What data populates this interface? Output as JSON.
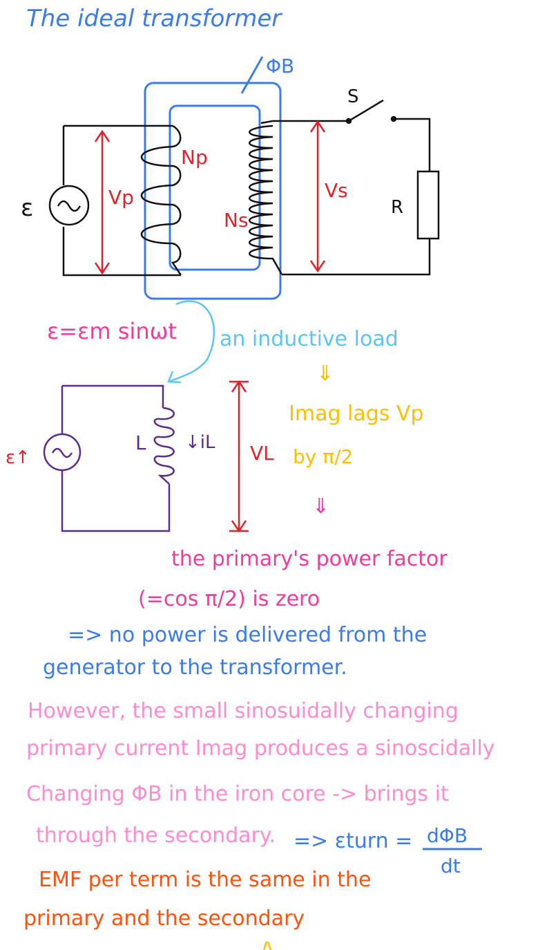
{
  "title": "The ideal transformer",
  "colors": {
    "blue": "#3b7bf0",
    "red": "#e5202b",
    "magenta": "#f03c9c",
    "pink": "#ff8ccf",
    "orange": "#ff5210",
    "yellow": "#ffbf00",
    "cyan": "#5cc6f2",
    "purple": "#5a2c8c",
    "black": "#111111"
  },
  "transformer": {
    "flux_label": "ΦB",
    "emf_label": "ε",
    "vp_label": "Vp",
    "np_label": "Np",
    "ns_label": "Ns",
    "vs_label": "Vs",
    "switch_label": "S",
    "resistor_label": "R",
    "source_symbol": "~"
  },
  "notes": {
    "emf_equation": "ε=εm sinωt",
    "inductive_load": "an inductive load",
    "arrow_down": "⇓",
    "imag_lags": "Imag lags Vp",
    "by_pi2": "by π/2",
    "power_factor_1": "the primary's power factor",
    "power_factor_2": "(=cos π/2) is zero",
    "no_power_1": "=> no power is delivered from the",
    "no_power_2": "generator to the transformer.",
    "however_1": "However, the small sinosuidally changing",
    "however_2": "primary current Imag produces a sinoscidally",
    "however_3": "Changing ΦB in the iron core -> brings it",
    "however_4": "through the secondary.",
    "eturn_lhs": "=> εturn =",
    "eturn_num": "dΦB",
    "eturn_den": "dt",
    "emf_per_1": "EMF per term is the same in the",
    "emf_per_2": "primary and the secondary"
  },
  "inductor_circuit": {
    "emf_label": "ε↑",
    "source_symbol": "~",
    "l_label": "L",
    "il_label": "↓iL",
    "vl_label": "VL"
  }
}
